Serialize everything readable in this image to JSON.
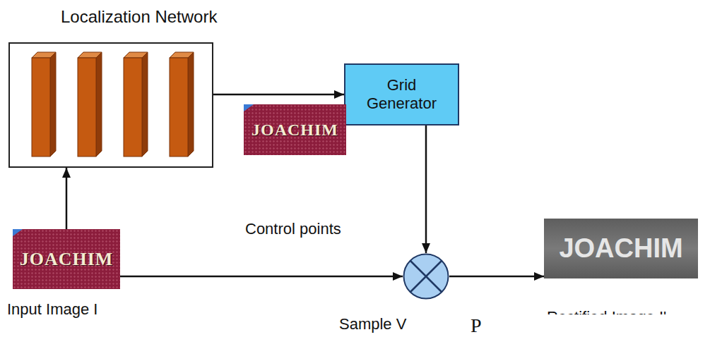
{
  "diagram": {
    "nodes": [
      {
        "text": [
          "Localization Network"
        ]
      },
      {
        "text": [
          "Grid Generator"
        ]
      },
      {
        "text": [
          "JOACHIM",
          "Input Image I"
        ]
      },
      {
        "text": [
          "Sample V"
        ]
      },
      {
        "text": [
          "JOACHIM",
          "Rectified Image I'"
        ]
      }
    ],
    "edges": [
      {
        "from": 2,
        "to": 0,
        "arrow": "to"
      },
      {
        "from": 0,
        "to": 1,
        "arrow": "to"
      },
      {
        "from": 1,
        "to": 3,
        "arrow": "to"
      },
      {
        "from": 2,
        "to": 3,
        "arrow": "to"
      },
      {
        "from": 3,
        "to": 4,
        "label": "P",
        "arrow": "to"
      }
    ],
    "labels": [
      "JOACHIM",
      "Control points"
    ]
  }
}
